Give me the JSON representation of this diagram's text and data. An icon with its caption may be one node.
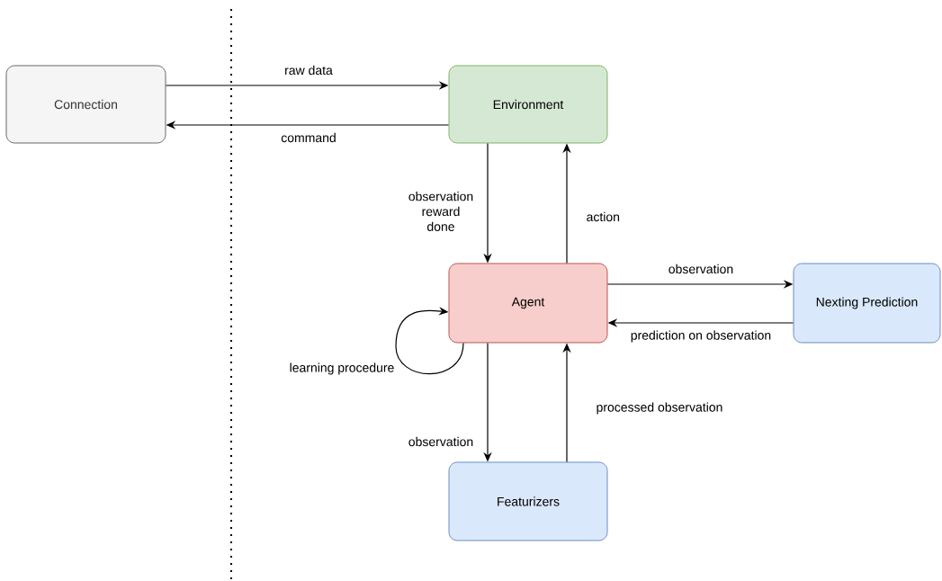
{
  "diagram": {
    "nodes": [
      {
        "text": [
          "Connection"
        ]
      },
      {
        "text": [
          "Environment"
        ]
      },
      {
        "text": [
          "Agent"
        ]
      },
      {
        "text": [
          "Nexting Prediction"
        ]
      },
      {
        "text": [
          "Featurizers"
        ]
      }
    ],
    "edges": [
      {
        "from": 0,
        "to": 1,
        "arrow": "to",
        "label": "raw data"
      },
      {
        "from": 1,
        "to": 0,
        "arrow": "to",
        "label": "command"
      },
      {
        "from": 1,
        "to": 2,
        "arrow": "to",
        "label": "observation reward done"
      },
      {
        "from": 2,
        "to": 1,
        "arrow": "to",
        "label": "action"
      },
      {
        "from": 2,
        "to": 3,
        "arrow": "to",
        "label": "observation"
      },
      {
        "from": 3,
        "to": 2,
        "arrow": "to",
        "label": "prediction on observation"
      },
      {
        "from": 2,
        "to": 2,
        "arrow": "to",
        "label": "learning procedure"
      },
      {
        "from": 2,
        "to": 4,
        "arrow": "to",
        "label": "observation"
      },
      {
        "from": 4,
        "to": 2,
        "arrow": "to",
        "label": "processed observation"
      }
    ]
  }
}
